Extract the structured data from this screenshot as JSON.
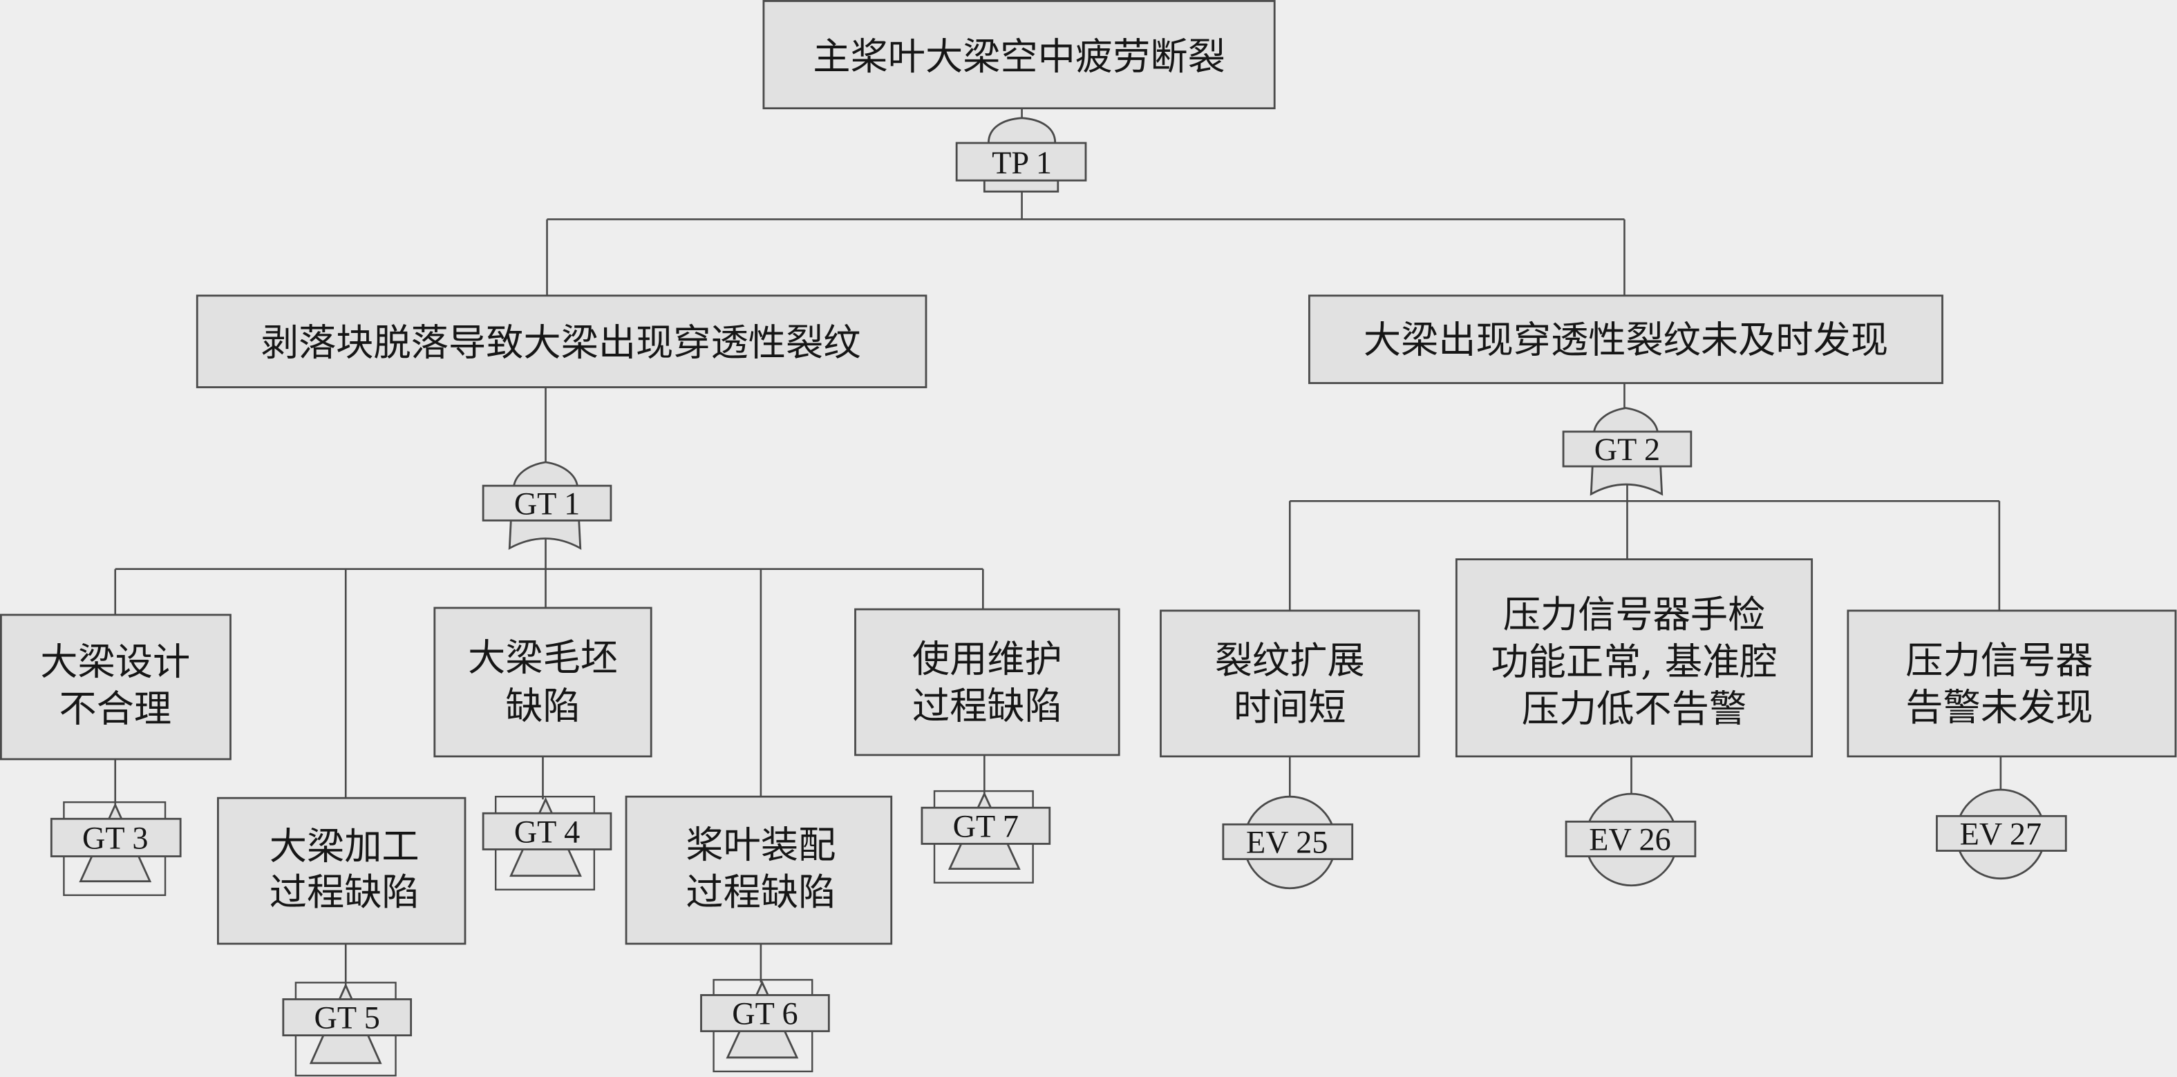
{
  "colors": {
    "background": "#eeeeee",
    "node_fill": "#e1e1e1",
    "line": "#4a4a4a",
    "text": "#161616"
  },
  "top_event": {
    "label": "主桨叶大梁空中疲劳断裂",
    "gate": {
      "id": "TP 1",
      "symbol": "and-gate-icon"
    }
  },
  "intermediate_events": [
    {
      "label": "剥落块脱落导致大梁出现穿透性裂纹",
      "gate": {
        "id": "GT 1",
        "symbol": "or-gate-icon"
      }
    },
    {
      "label": "大梁出现穿透性裂纹未及时发现",
      "gate": {
        "id": "GT 2",
        "symbol": "or-gate-icon"
      }
    }
  ],
  "gt1_inputs": [
    {
      "lines": [
        "大梁设计",
        "不合理"
      ],
      "transfer": {
        "id": "GT 3",
        "symbol": "transfer-gate-icon"
      }
    },
    {
      "lines": [
        "大梁加工",
        "过程缺陷"
      ],
      "transfer": {
        "id": "GT 5",
        "symbol": "transfer-gate-icon"
      }
    },
    {
      "lines": [
        "大梁毛坯",
        "缺陷"
      ],
      "transfer": {
        "id": "GT 4",
        "symbol": "transfer-gate-icon"
      }
    },
    {
      "lines": [
        "桨叶装配",
        "过程缺陷"
      ],
      "transfer": {
        "id": "GT 6",
        "symbol": "transfer-gate-icon"
      }
    },
    {
      "lines": [
        "使用维护",
        "过程缺陷"
      ],
      "transfer": {
        "id": "GT 7",
        "symbol": "transfer-gate-icon"
      }
    }
  ],
  "gt2_inputs": [
    {
      "lines": [
        "裂纹扩展",
        "时间短"
      ],
      "basic_event": {
        "id": "EV 25",
        "symbol": "basic-event-circle-icon"
      }
    },
    {
      "lines": [
        "压力信号器手检",
        "功能正常, 基准腔",
        "压力低不告警"
      ],
      "basic_event": {
        "id": "EV 26",
        "symbol": "basic-event-circle-icon"
      }
    },
    {
      "lines": [
        "压力信号器",
        "告警未发现"
      ],
      "basic_event": {
        "id": "EV 27",
        "symbol": "basic-event-circle-icon"
      }
    }
  ]
}
